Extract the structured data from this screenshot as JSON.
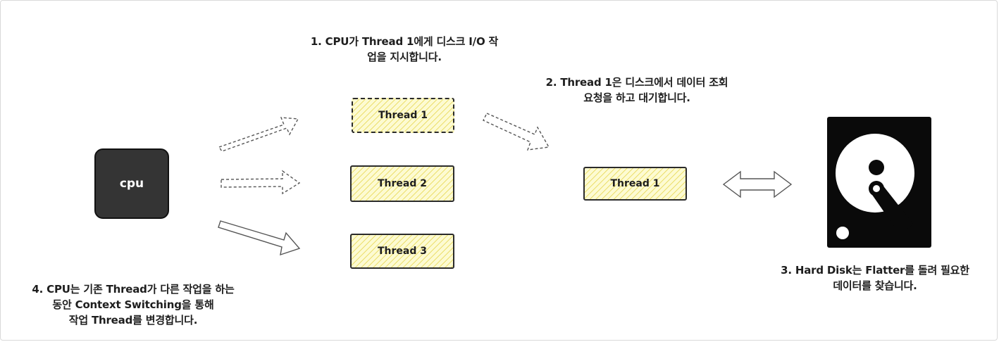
{
  "captions": {
    "step1": [
      "1. CPU가 Thread 1에게 디스크 I/O 작",
      "업을 지시합니다."
    ],
    "step2": [
      "2. Thread 1은 디스크에서 데이터 조회",
      "요청을 하고 대기합니다."
    ],
    "step3": [
      "3. Hard Disk는 Flatter를 돌려 필요한",
      "데이터를 찾습니다."
    ],
    "step4": [
      "4. CPU는 기존 Thread가 다른 작업을 하는",
      "동안 Context Switching을 통해",
      "작업 Thread를 변경합니다."
    ]
  },
  "nodes": {
    "cpu_label": "cpu",
    "thread1": "Thread 1",
    "thread2": "Thread 2",
    "thread3": "Thread 3",
    "thread1_waiting": "Thread 1"
  },
  "colors": {
    "thread_fill": "#fdfbd2",
    "thread_hatch": "#ecdf6e",
    "cpu_fill": "#343434",
    "disk_fill": "#0a0a0a"
  },
  "icons": {
    "hard_disk": "hard-disk-icon"
  }
}
